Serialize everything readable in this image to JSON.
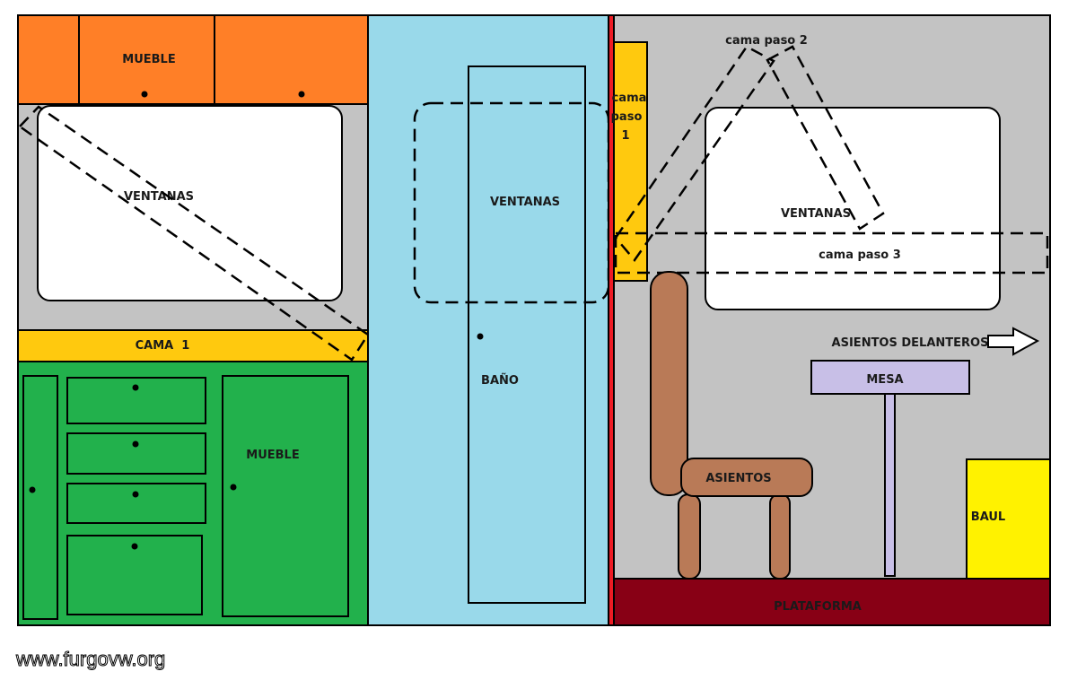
{
  "colors": {
    "mueble_top": "#ff7f27",
    "mueble_bottom": "#22b14c",
    "cama": "#ffc90e",
    "bano": "#99d9ea",
    "wall": "#c3c3c3",
    "asientos": "#b97a57",
    "mesa": "#c8bfe7",
    "baul": "#fff200",
    "plataforma": "#880015",
    "divider": "#ed1c24"
  },
  "labels": {
    "mueble_top": "MUEBLE",
    "ventanas_left": "VENTANAS",
    "cama1": "CAMA  1",
    "mueble_bottom": "MUEBLE",
    "ventanas_center": "VENTANAS",
    "bano": "BAÑO",
    "cama_paso1_l1": "cama",
    "cama_paso1_l2": "paso",
    "cama_paso1_l3": "1",
    "cama_paso2": "cama paso 2",
    "ventanas_right": "VENTANAS",
    "cama_paso3": "cama paso 3",
    "asientos_delanteros": "ASIENTOS DELANTEROS",
    "mesa": "MESA",
    "asientos": "ASIENTOS",
    "baul": "BAUL",
    "plataforma": "PLATAFORMA"
  },
  "watermark": "www.furgovw.org"
}
